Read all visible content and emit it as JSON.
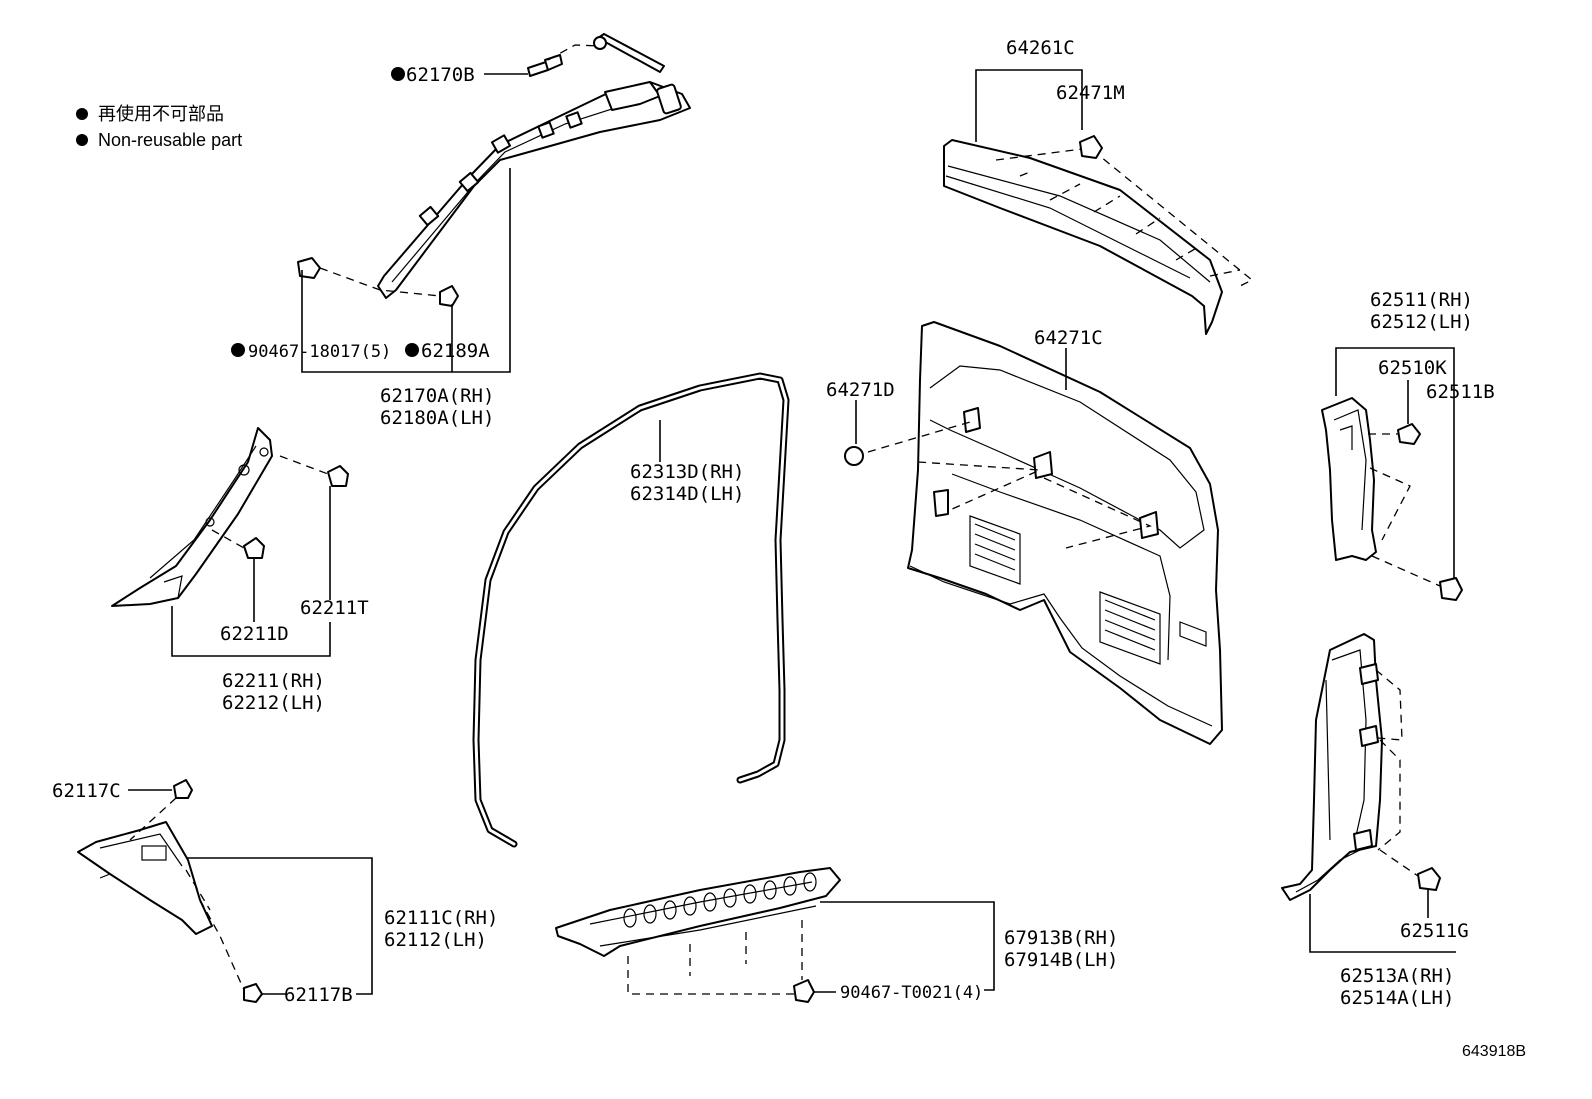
{
  "legend": {
    "jp": "再使用不可部品",
    "en": "Non-reusable part"
  },
  "labels": {
    "p62170B": "62170B",
    "p90467_18017": "90467-18017(5)",
    "p62189A": "62189A",
    "p62170A": "62170A(RH)",
    "p62180A": "62180A(LH)",
    "p62211T": "62211T",
    "p62211D": "62211D",
    "p62211": "62211(RH)",
    "p62212": "62212(LH)",
    "p62117C": "62117C",
    "p62111C": "62111C(RH)",
    "p62112": "62112(LH)",
    "p62117B": "62117B",
    "p62313D": "62313D(RH)",
    "p62314D": "62314D(LH)",
    "p67913B": "67913B(RH)",
    "p67914B": "67914B(LH)",
    "p90467_T0021": "90467-T0021(4)",
    "p64261C": "64261C",
    "p62471M": "62471M",
    "p64271C": "64271C",
    "p64271D": "64271D",
    "p62511": "62511(RH)",
    "p62512": "62512(LH)",
    "p62510K": "62510K",
    "p62511B": "62511B",
    "p62511G": "62511G",
    "p62513A": "62513A(RH)",
    "p62514A": "62514A(LH)"
  },
  "diagram_code": "643918B"
}
